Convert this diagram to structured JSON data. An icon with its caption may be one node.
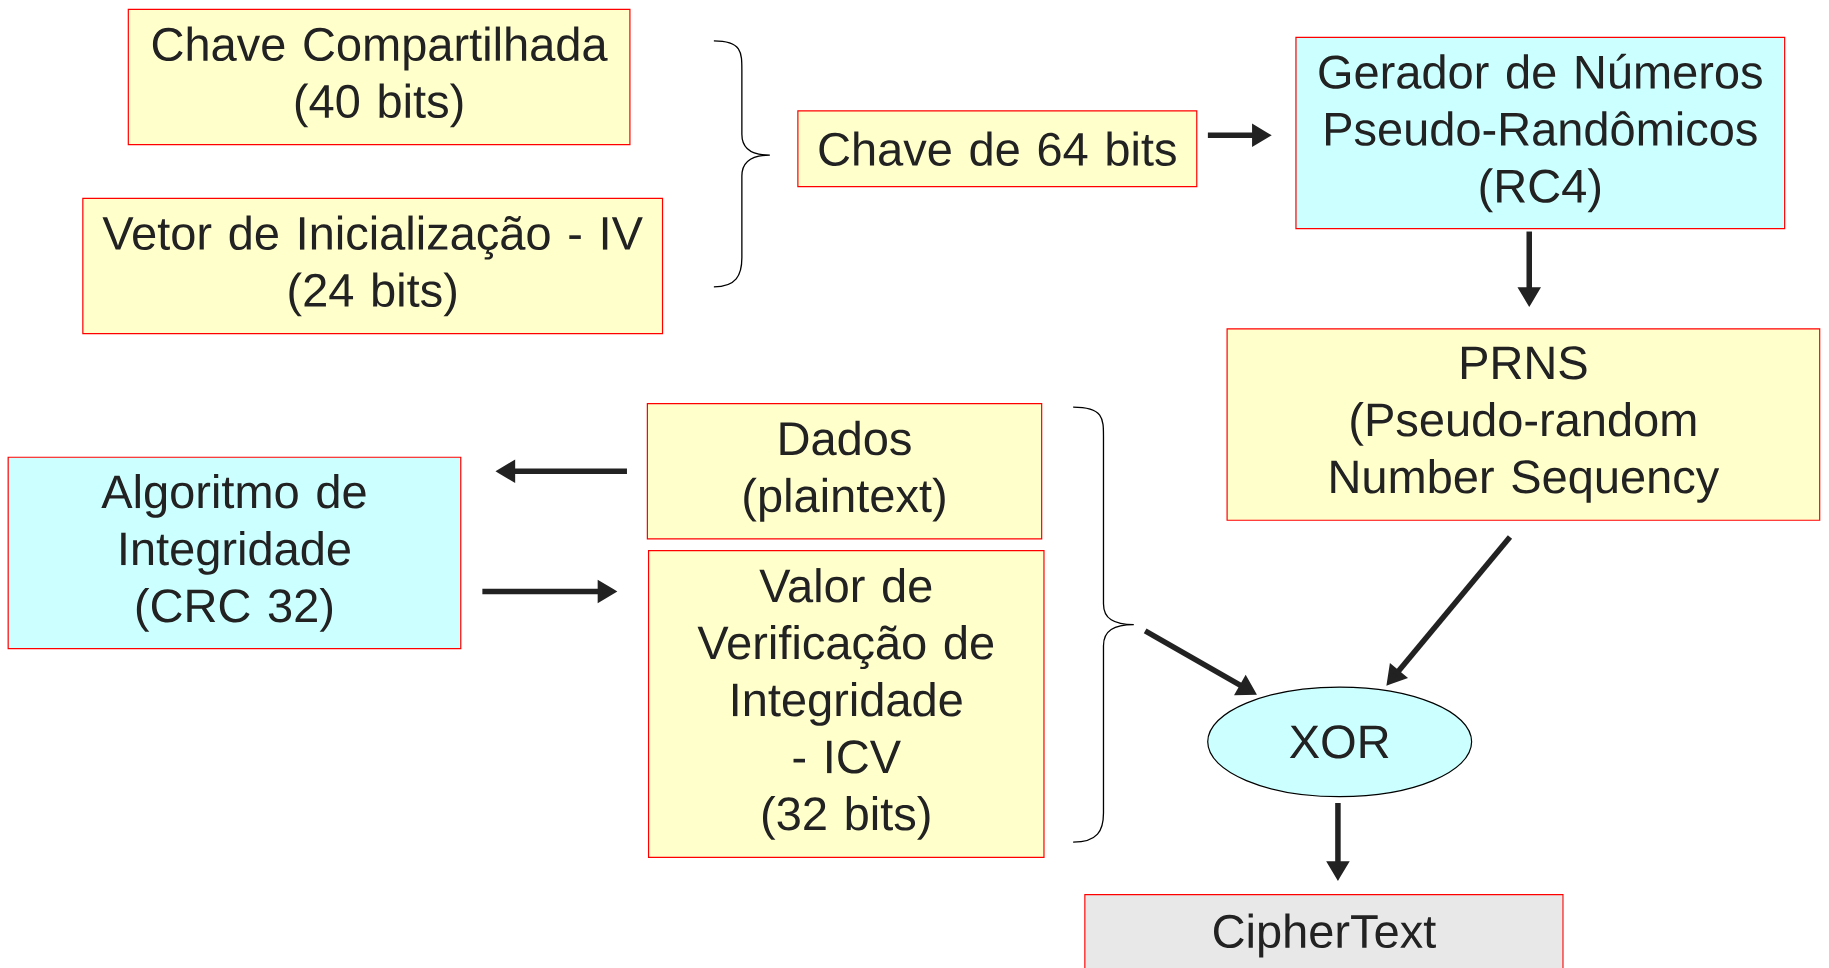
{
  "diagram": {
    "nodes": [
      {
        "text": [
          "Chave Compartilhada",
          "(40 bits)"
        ]
      },
      {
        "text": [
          "Vetor de Inicialização - IV",
          "(24 bits)"
        ]
      },
      {
        "text": [
          "Chave de 64 bits"
        ]
      },
      {
        "text": [
          "Gerador de Números Pseudo-Randômicos",
          "(RC4)"
        ]
      },
      {
        "text": [
          "PRNS",
          "(Pseudo-random Number Sequency"
        ]
      },
      {
        "text": [
          "Algoritmo de Integridade",
          "(CRC 32)"
        ]
      },
      {
        "text": [
          "Dados",
          "(plaintext)"
        ]
      },
      {
        "text": [
          "Valor de Verificação de Integridade - ICV",
          "(32 bits)"
        ]
      },
      {
        "text": [],
        "shape": "brace"
      },
      {
        "text": [
          "XOR"
        ]
      },
      {
        "text": [
          "CipherText"
        ]
      }
    ],
    "edges": [
      {
        "from": 2,
        "to": 3,
        "arrow": "to"
      },
      {
        "from": 3,
        "to": 4,
        "arrow": "to"
      },
      {
        "from": 6,
        "to": 5,
        "arrow": "to"
      },
      {
        "from": 5,
        "to": 7,
        "arrow": "to"
      },
      {
        "from": 8,
        "to": 9,
        "arrow": "to"
      },
      {
        "from": 4,
        "to": 9,
        "arrow": "to"
      },
      {
        "from": 9,
        "to": 10,
        "arrow": "to"
      }
    ]
  }
}
